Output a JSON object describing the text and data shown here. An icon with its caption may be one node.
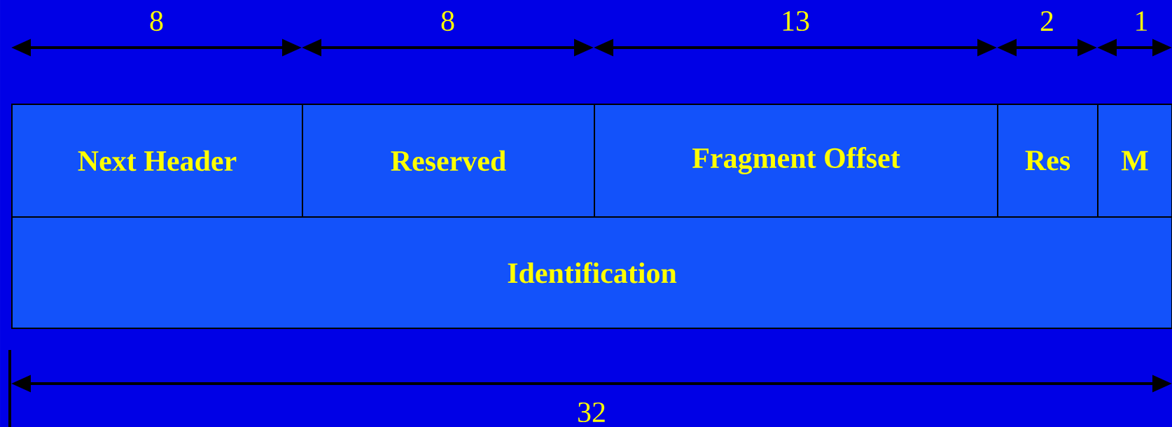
{
  "diagram": {
    "nodes": [
      {
        "text": [
          "Next Header"
        ]
      },
      {
        "text": [
          "Reserved"
        ]
      },
      {
        "text": [
          "Fragment Offset"
        ]
      },
      {
        "text": [
          "Res"
        ]
      },
      {
        "text": [
          "M"
        ]
      },
      {
        "text": [
          "Identification"
        ]
      }
    ],
    "labels": [
      "8",
      "8",
      "13",
      "2",
      "1",
      "32"
    ]
  }
}
